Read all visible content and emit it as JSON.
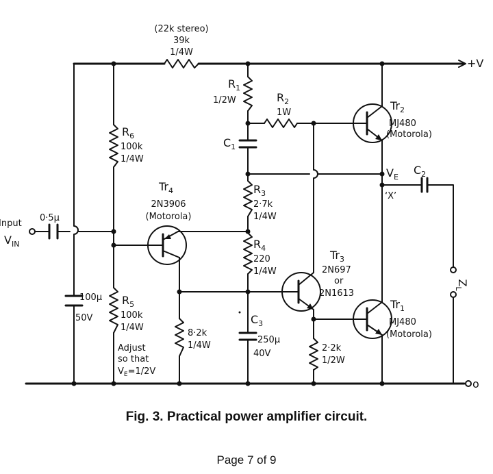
{
  "caption": "Fig. 3. Practical power amplifier circuit.",
  "page_number": "Page 7 of 9",
  "labels": {
    "r_top_stereo": "(22k stereo)",
    "r_top_value": "39k",
    "r_top_power": "1/4W",
    "plus_v": "+V",
    "ground": "o",
    "r1_name": "R",
    "r1_sub": "1",
    "r1_power": "1/2W",
    "r2_name": "R",
    "r2_sub": "2",
    "r2_power": "1W",
    "c1_name": "C",
    "c1_sub": "1",
    "tr2_name": "Tr",
    "tr2_sub": "2",
    "tr2_part": "MJ480",
    "tr2_make": "(Motorola)",
    "ve_name": "V",
    "ve_sub": "E",
    "x_label": "‘X’",
    "c2_name": "C",
    "c2_sub": "2",
    "r6_name": "R",
    "r6_sub": "6",
    "r6_value": "100k",
    "r6_power": "1/4W",
    "tr4_name": "Tr",
    "tr4_sub": "4",
    "tr4_part": "2N3906",
    "tr4_make": "(Motorola)",
    "r3_name": "R",
    "r3_sub": "3",
    "r3_value": "2·7k",
    "r3_power": "1/4W",
    "input_label": "Input",
    "vin_name": "V",
    "vin_sub": "IN",
    "cin_value": "0·5μ",
    "r4_name": "R",
    "r4_sub": "4",
    "r4_value": "220",
    "r4_power": "1/4W",
    "tr3_name": "Tr",
    "tr3_sub": "3",
    "tr3_part": "2N697",
    "tr3_or": "or",
    "tr3_alt": "2N1613",
    "zl_name": "Z",
    "zl_sub": "L",
    "c_dec_value": "100μ",
    "c_dec_voltage": "50V",
    "r5_name": "R",
    "r5_sub": "5",
    "r5_value": "100k",
    "r5_power": "1/4W",
    "r_mid_value": "8·2k",
    "r_mid_power": "1/4W",
    "c3_name": "C",
    "c3_sub": "3",
    "c3_value": "250μ",
    "c3_voltage": "40V",
    "tr1_name": "Tr",
    "tr1_sub": "1",
    "tr1_part": "MJ480",
    "tr1_make": "(Motorola)",
    "r_low_value": "2·2k",
    "r_low_power": "1/2W",
    "adjust_1": "Adjust",
    "adjust_2": "so that",
    "adjust_3_name": "V",
    "adjust_3_sub": "E",
    "adjust_3_rest": "=1/2V"
  }
}
